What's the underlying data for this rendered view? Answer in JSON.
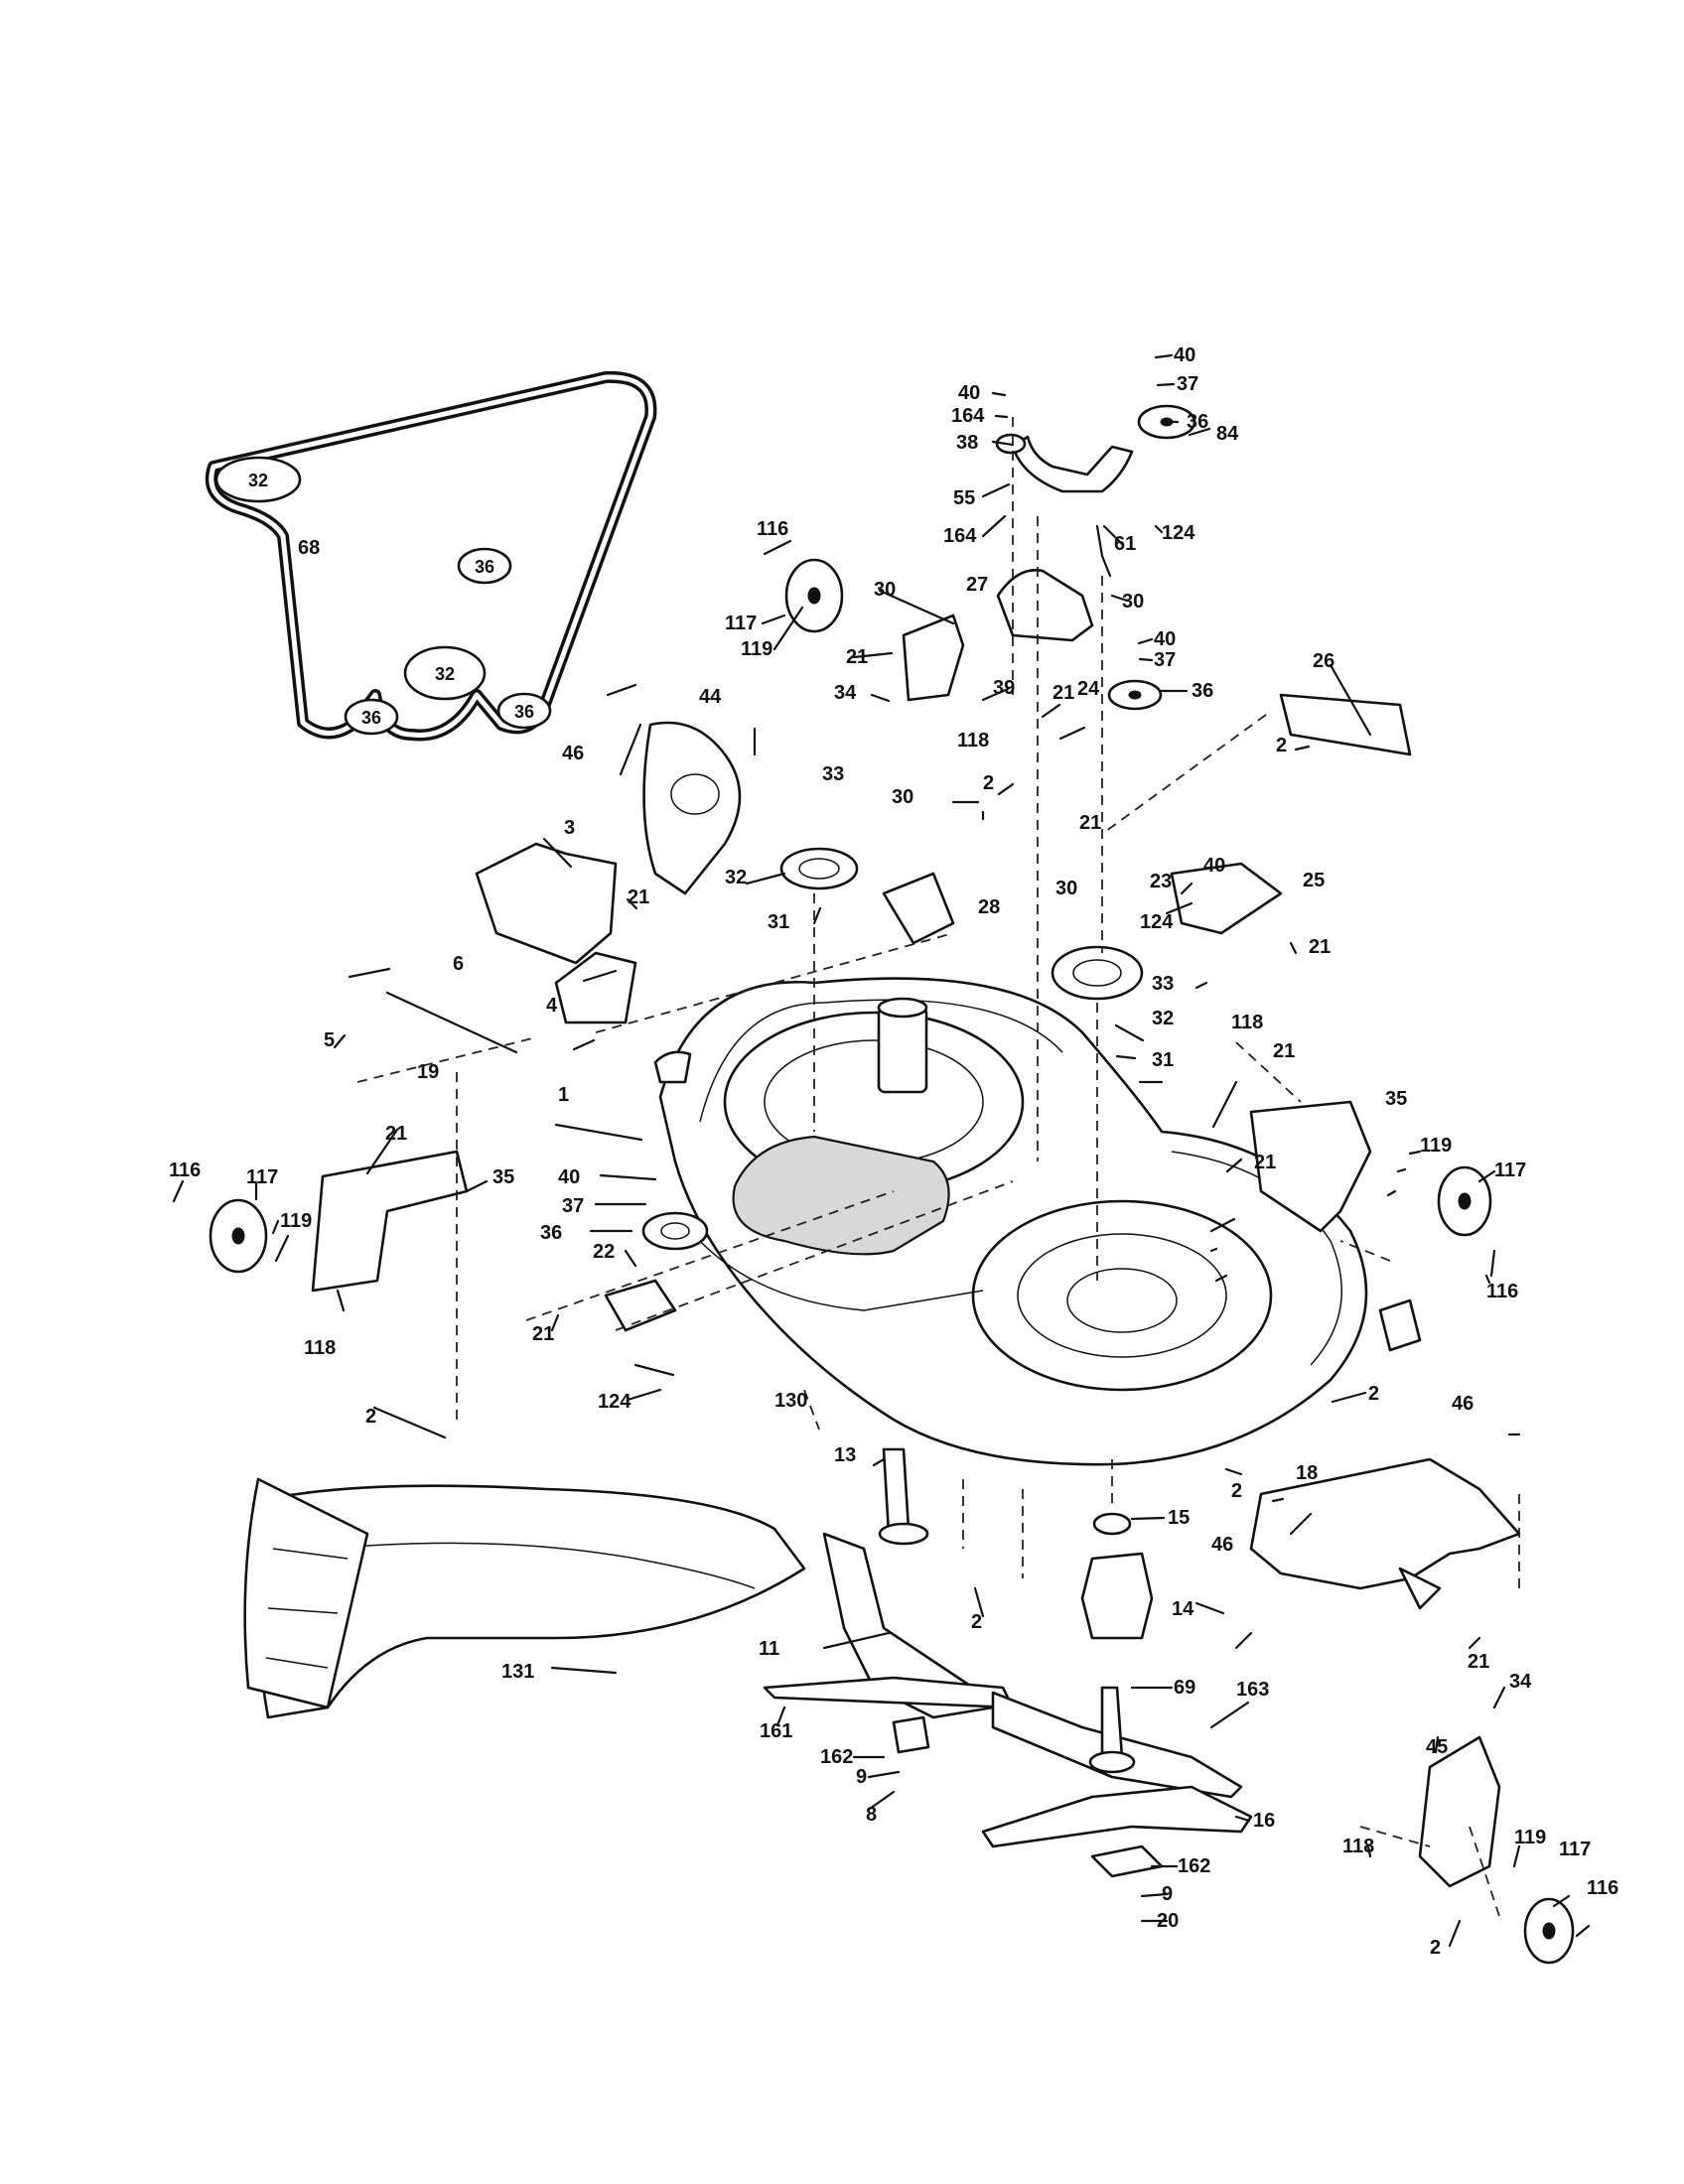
{
  "belt_pulleys": [
    "32",
    "36",
    "32",
    "36",
    "36"
  ],
  "callouts": [
    "40",
    "37",
    "36",
    "84",
    "40",
    "164",
    "38",
    "55",
    "164",
    "124",
    "61",
    "116",
    "117",
    "119",
    "30",
    "27",
    "30",
    "40",
    "37",
    "36",
    "21",
    "34",
    "39",
    "21",
    "118",
    "26",
    "24",
    "2",
    "68",
    "44",
    "46",
    "33",
    "30",
    "2",
    "21",
    "3",
    "32",
    "31",
    "28",
    "23",
    "40",
    "25",
    "30",
    "124",
    "21",
    "6",
    "21",
    "5",
    "4",
    "33",
    "32",
    "31",
    "118",
    "21",
    "19",
    "1",
    "35",
    "21",
    "40",
    "37",
    "36",
    "119",
    "117",
    "116",
    "116",
    "117",
    "21",
    "35",
    "119",
    "22",
    "118",
    "21",
    "2",
    "124",
    "130",
    "2",
    "46",
    "13",
    "2",
    "18",
    "15",
    "46",
    "14",
    "2",
    "131",
    "11",
    "69",
    "163",
    "161",
    "162",
    "9",
    "8",
    "16",
    "21",
    "34",
    "45",
    "162",
    "9",
    "20",
    "118",
    "119",
    "117",
    "116",
    "2"
  ]
}
